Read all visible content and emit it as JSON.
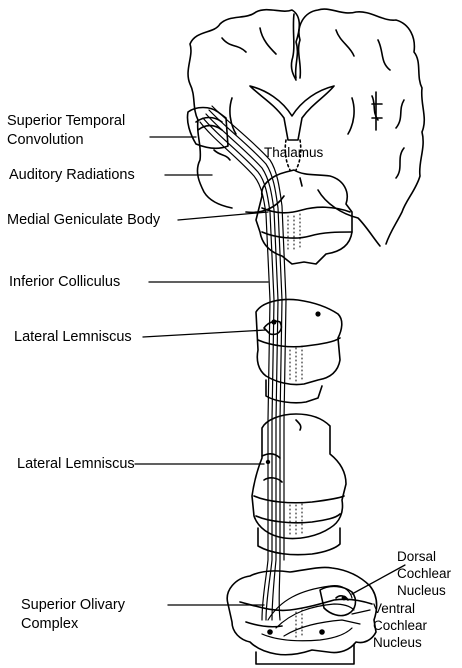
{
  "labels": {
    "superior_temporal": [
      "Superior Temporal",
      "Convolution"
    ],
    "auditory_radiations": "Auditory Radiations",
    "thalamus": "Thalamus",
    "medial_geniculate": "Medial Geniculate Body",
    "inferior_colliculus": "Inferior Colliculus",
    "lateral_lemniscus_upper": "Lateral Lemniscus",
    "lateral_lemniscus_lower": "Lateral Lemniscus",
    "dorsal_cochlear": [
      "Dorsal",
      "Cochlear",
      "Nucleus"
    ],
    "superior_olivary": [
      "Superior Olivary",
      "Complex"
    ],
    "ventral_cochlear": [
      "Ventral",
      "Cochlear",
      "Nucleus"
    ]
  }
}
